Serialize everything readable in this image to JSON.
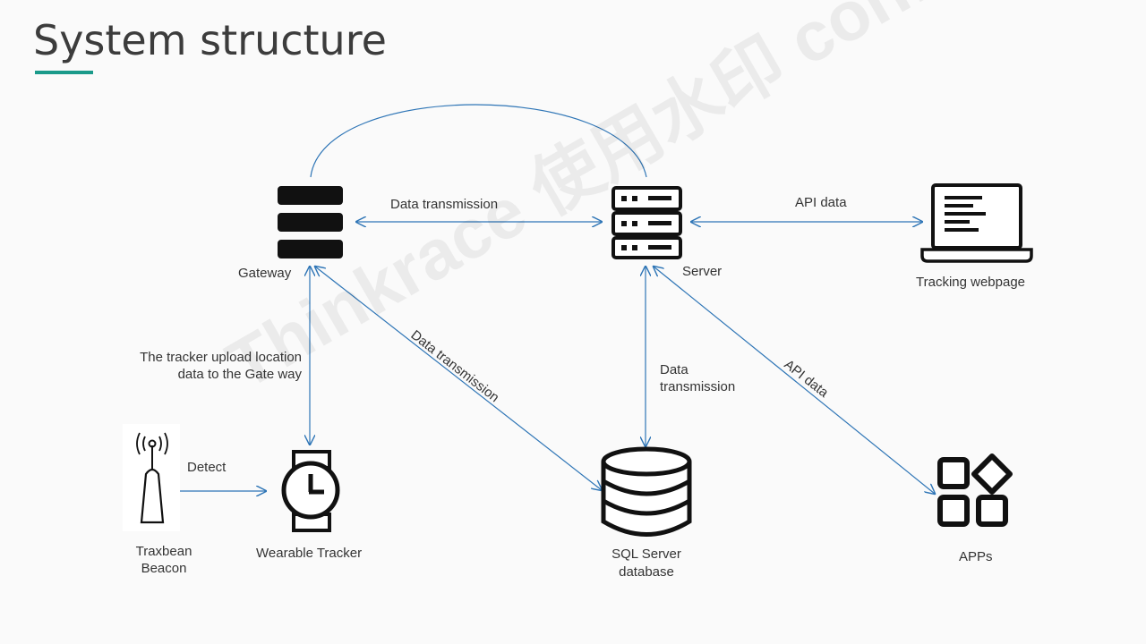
{
  "slide": {
    "title": "System structure",
    "accent_color": "#1a9a8a",
    "line_color": "#2e75b6"
  },
  "nodes": {
    "gateway": {
      "label": "Gateway",
      "icon": "server-icon"
    },
    "server": {
      "label": "Server",
      "icon": "server-icon"
    },
    "tracking_webpage": {
      "label": "Tracking webpage",
      "icon": "laptop-icon"
    },
    "beacon": {
      "label": "Traxbean\nBeacon",
      "icon": "beacon-antenna-icon"
    },
    "tracker": {
      "label": "Wearable Tracker",
      "icon": "watch-icon"
    },
    "database": {
      "label": "SQL Server\ndatabase",
      "icon": "database-icon"
    },
    "apps": {
      "label": "APPs",
      "icon": "apps-grid-icon"
    }
  },
  "edges": {
    "gateway_server": "Data transmission",
    "server_webpage": "API data",
    "tracker_gateway": "The tracker upload location\ndata to the Gate way",
    "beacon_tracker": "Detect",
    "gateway_database": "Data  transmission",
    "server_database": "Data\ntransmission",
    "server_apps": "API data"
  },
  "watermark": "Thinkrace 使用水印 confidential"
}
